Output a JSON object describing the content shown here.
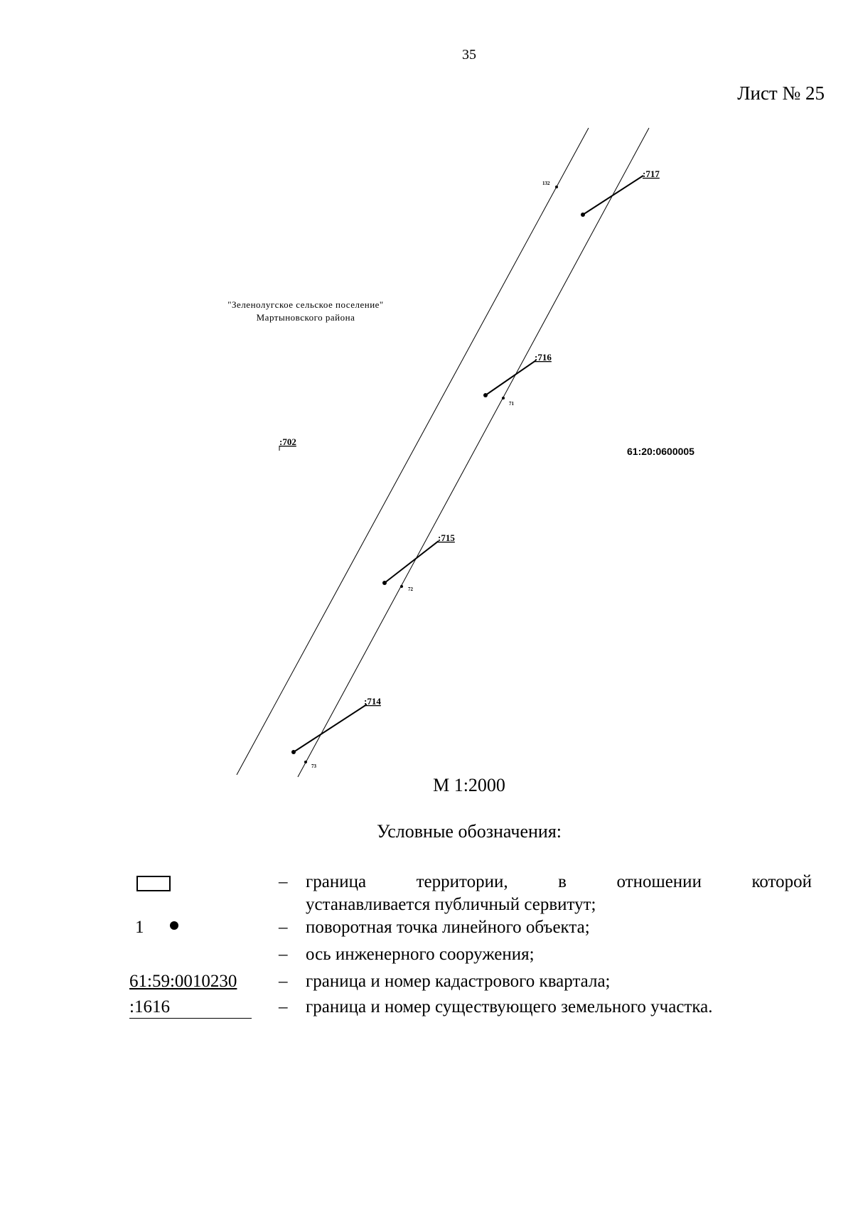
{
  "page_number": "35",
  "sheet_title": "Лист № 25",
  "map": {
    "settlement_line1": "\"Зеленолугское сельское поселение\"",
    "settlement_line2": "Мартыновского района",
    "quarter_number": "61:20:0600005",
    "parcels": [
      ":717",
      ":716",
      ":715",
      ":714",
      ":702"
    ],
    "points": [
      "132",
      "71",
      "72",
      "73"
    ]
  },
  "scale": "М 1:2000",
  "legend": {
    "title": "Условные обозначения:",
    "items": [
      {
        "symbol": "",
        "icon": "rectangle-icon",
        "dash": "–",
        "text_line1": "граница территории, в отношении которой",
        "text_line2": "устанавливается публичный сервитут;"
      },
      {
        "symbol": "1",
        "icon": "dot-icon",
        "dash": "–",
        "text": "поворотная точка линейного объекта;"
      },
      {
        "symbol": "",
        "icon": "",
        "dash": "–",
        "text": "ось инженерного сооружения;"
      },
      {
        "symbol": "61:59:0010230",
        "icon": "",
        "dash": "–",
        "text": "граница и номер кадастрового квартала;"
      },
      {
        "symbol": ":1616",
        "icon": "",
        "dash": "–",
        "text": "граница и номер существующего земельного участка."
      }
    ]
  }
}
